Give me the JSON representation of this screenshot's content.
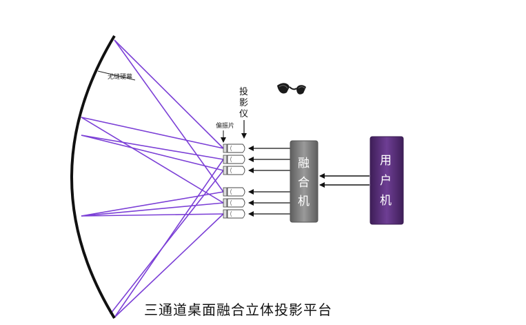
{
  "diagram": {
    "caption": "三通道桌面融合立体投影平台",
    "screen_label": "无缝硬幕",
    "polarizer_label": "偏振片",
    "projector_label": [
      "投",
      "影",
      "仪"
    ],
    "fusion_box_label": [
      "融",
      "合",
      "机"
    ],
    "user_box_label": [
      "用",
      "户",
      "机"
    ],
    "colors": {
      "beam": "#7b3fd6",
      "screen": "#111111",
      "fusion_box": "#7a7a7a",
      "user_box": "#5a2f7a"
    }
  }
}
